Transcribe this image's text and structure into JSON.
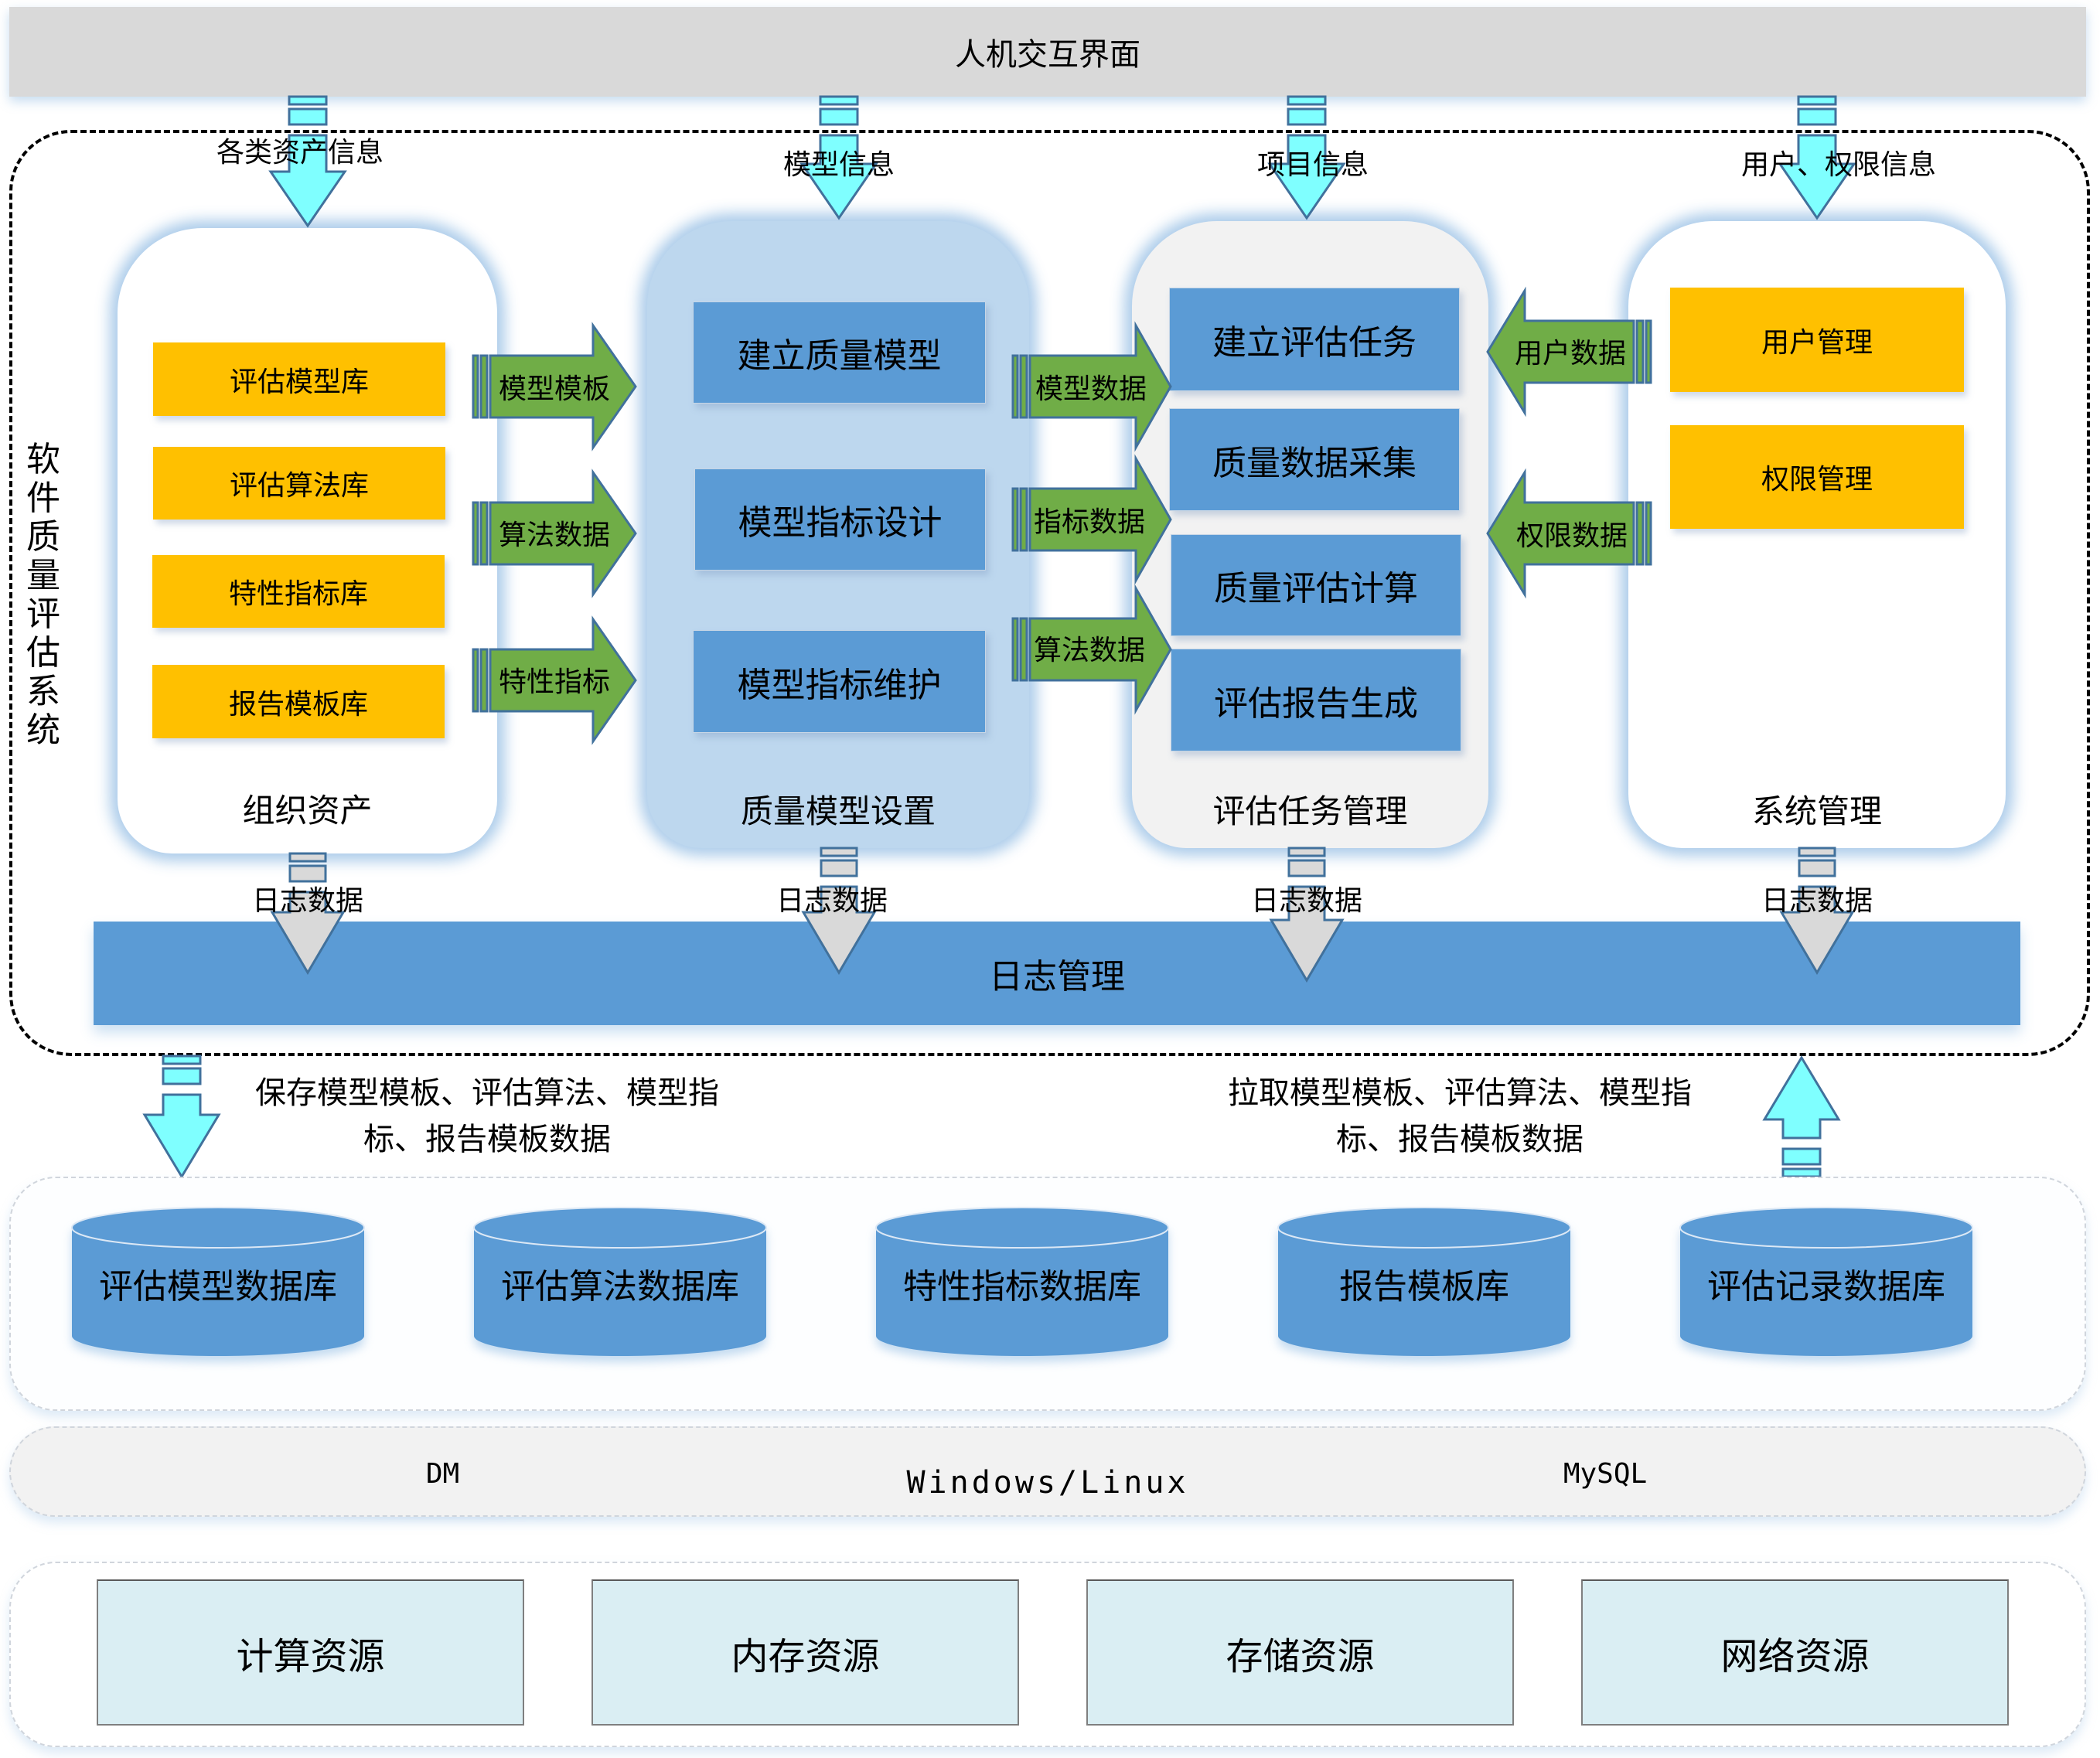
{
  "header": {
    "title": "人机交互界面"
  },
  "system": {
    "vertical_label": [
      "软",
      "件",
      "质",
      "量",
      "评",
      "估",
      "系",
      "统"
    ]
  },
  "top_flows": [
    {
      "label": "各类资产信息"
    },
    {
      "label": "模型信息"
    },
    {
      "label": "项目信息"
    },
    {
      "label": "用户、权限信息"
    }
  ],
  "columns": [
    {
      "title": "组织资产",
      "items": [
        "评估模型库",
        "评估算法库",
        "特性指标库",
        "报告模板库"
      ]
    },
    {
      "title": "质量模型设置",
      "items": [
        "建立质量模型",
        "模型指标设计",
        "模型指标维护"
      ]
    },
    {
      "title": "评估任务管理",
      "items": [
        "建立评估任务",
        "质量数据采集",
        "质量评估计算",
        "评估报告生成"
      ]
    },
    {
      "title": "系统管理",
      "items": [
        "用户管理",
        "权限管理"
      ]
    }
  ],
  "flows_col1_to_col2": [
    "模型模板",
    "算法数据",
    "特性指标"
  ],
  "flows_col2_to_col3": [
    "模型数据",
    "指标数据",
    "算法数据"
  ],
  "flows_col4_to_col3": [
    "用户数据",
    "权限数据"
  ],
  "log": {
    "flow_label": "日志数据",
    "bar_label": "日志管理",
    "flows": [
      "日志数据",
      "日志数据",
      "日志数据",
      "日志数据"
    ]
  },
  "storage_flows": {
    "save": {
      "line1": "保存模型模板、评估算法、模型指",
      "line2": "标、报告模板数据"
    },
    "pull": {
      "line1": "拉取模型模板、评估算法、模型指",
      "line2": "标、报告模板数据"
    }
  },
  "databases": [
    "评估模型数据库",
    "评估算法数据库",
    "特性指标数据库",
    "报告模板库",
    "评估记录数据库"
  ],
  "platform": {
    "os": "Windows/Linux",
    "db_engines": [
      "DM",
      "MySQL"
    ]
  },
  "resources": [
    "计算资源",
    "内存资源",
    "存储资源",
    "网络资源"
  ],
  "colors": {
    "header_gray": "#d9d9d9",
    "cyan_arrow": "#7fffff",
    "green_arrow": "#70ad47",
    "item_orange": "#ffc000",
    "item_blue": "#5b9bd5",
    "col2_fill": "#bdd7ee",
    "col3_fill": "#f2f2f2",
    "resource_fill": "#daeef3",
    "log_arrow_gray": "#d9d9d9"
  }
}
